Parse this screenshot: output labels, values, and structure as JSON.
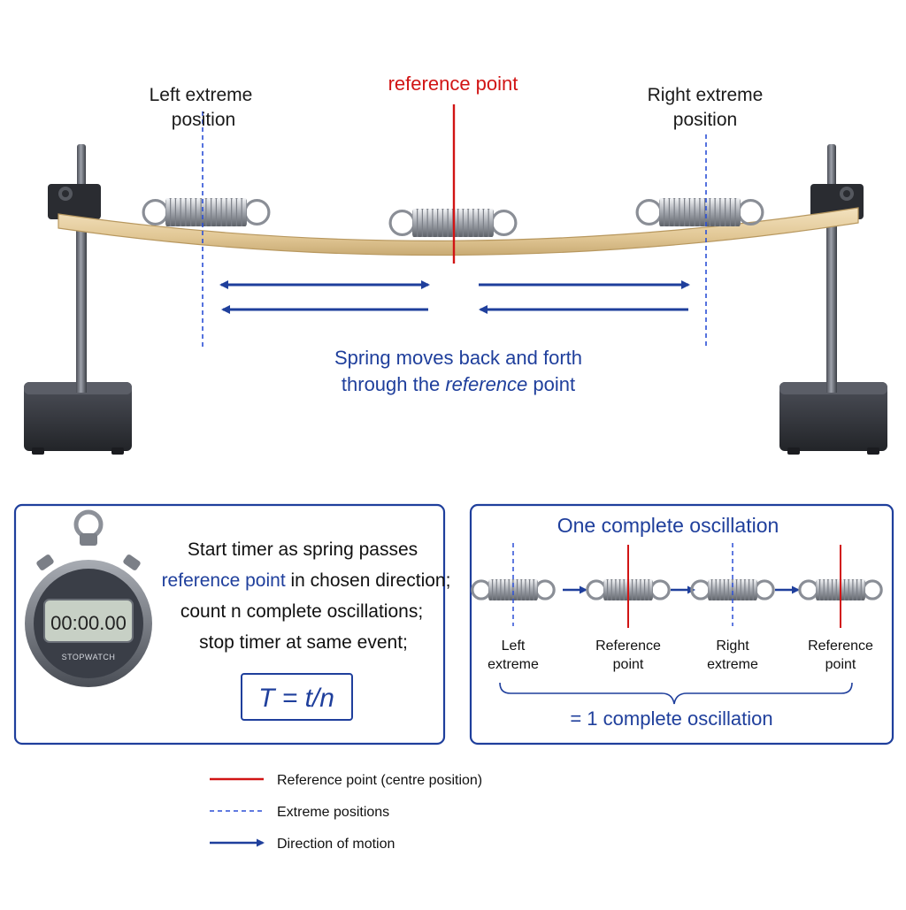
{
  "top": {
    "left_extreme": [
      "Left extreme",
      "position"
    ],
    "right_extreme": [
      "Right extreme",
      "position"
    ],
    "reference_point": "reference point",
    "caption_line1": "Spring moves back and forth",
    "caption_line2_prefix": "through the ",
    "caption_line2_italic": "reference",
    "caption_line2_suffix": " point"
  },
  "timer_box": {
    "stopwatch_display": "00:00.00",
    "stopwatch_label": "STOPWATCH",
    "line1": "Start timer as spring passes",
    "line2_blue": "reference point",
    "line2_rest": " in chosen direction;",
    "line3": "count n complete oscillations;",
    "line4": "stop timer at same event;",
    "formula": "T = t/n"
  },
  "oscillation_box": {
    "title": "One complete oscillation",
    "steps": [
      {
        "line1": "Left",
        "line2": "extreme",
        "marker": "dashed"
      },
      {
        "line1": "Reference",
        "line2": "point",
        "marker": "solid"
      },
      {
        "line1": "Right",
        "line2": "extreme",
        "marker": "dashed"
      },
      {
        "line1": "Reference",
        "line2": "point",
        "marker": "solid"
      }
    ],
    "result": "= 1 complete oscillation"
  },
  "legend": [
    {
      "style": "solid-red",
      "text": "Reference point (centre position)"
    },
    {
      "style": "dashed-blue",
      "text": "Extreme positions"
    },
    {
      "style": "arrow-blue",
      "text": "Direction of motion"
    }
  ],
  "colors": {
    "reference_red": "#d11414",
    "extreme_blue": "#2b4fd6",
    "arrow_navy": "#1f3f9c",
    "wood": "#e4cc9e",
    "stand_dark": "#2e3036"
  }
}
